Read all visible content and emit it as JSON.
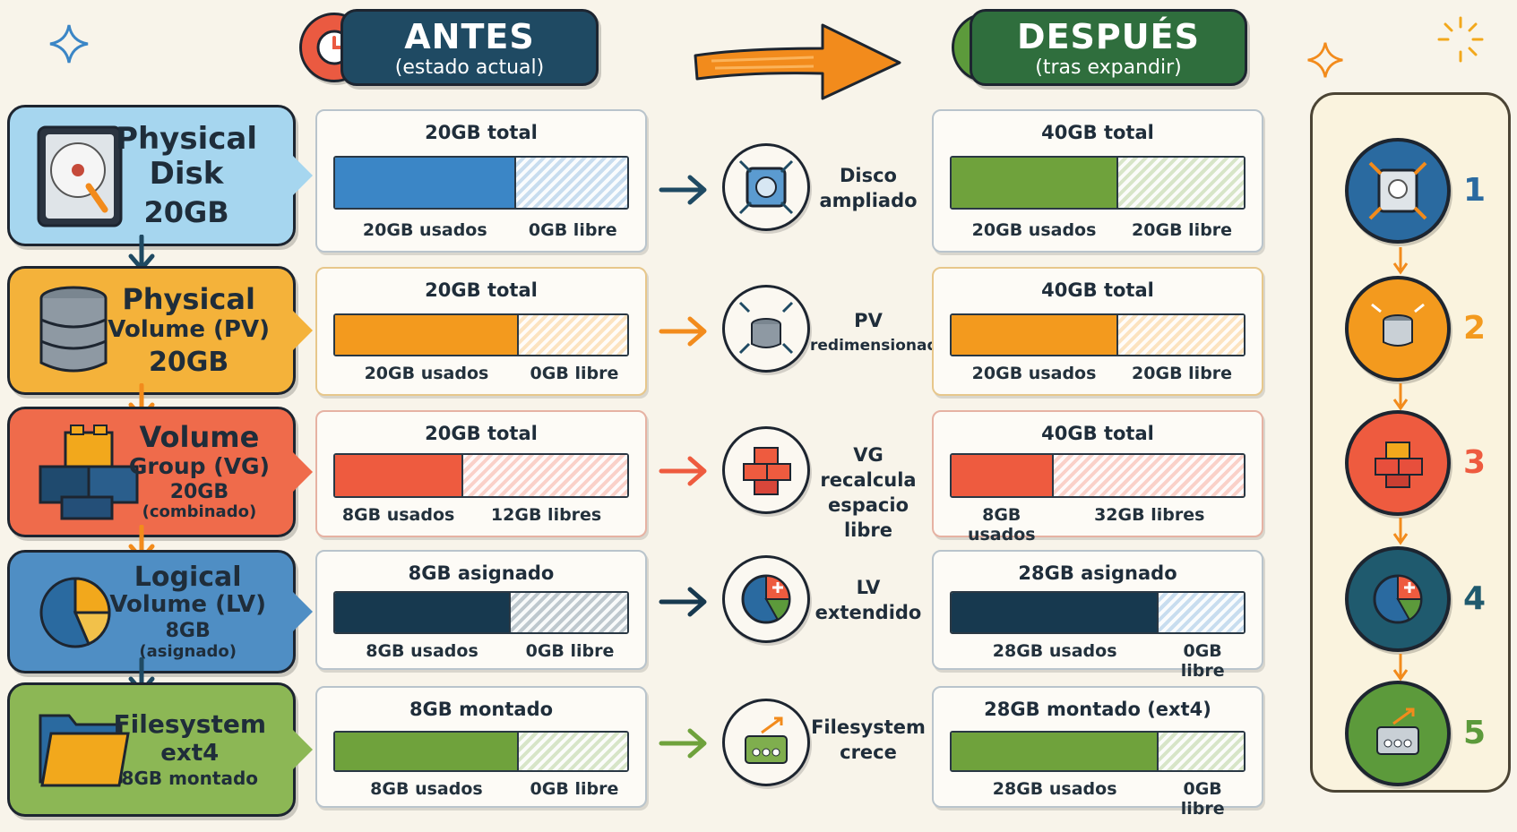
{
  "header": {
    "before": {
      "title": "ANTES",
      "subtitle": "(estado actual)"
    },
    "after": {
      "title": "DESPUÉS",
      "subtitle": "(tras expandir)"
    }
  },
  "layers": [
    {
      "name": "Physical Disk",
      "line1": "Physical",
      "line2": "Disk",
      "size": "20GB",
      "note": ""
    },
    {
      "name": "Physical Volume (PV)",
      "line1": "Physical",
      "line2": "Volume (PV)",
      "size": "20GB",
      "note": ""
    },
    {
      "name": "Volume Group (VG)",
      "line1": "Volume",
      "line2": "Group (VG)",
      "size": "20GB",
      "note": "(combinado)"
    },
    {
      "name": "Logical Volume (LV)",
      "line1": "Logical",
      "line2": "Volume (LV)",
      "size": "8GB",
      "note": "(asignado)"
    },
    {
      "name": "Filesystem",
      "line1": "Filesystem",
      "line2": "ext4",
      "size": "8GB montado",
      "note": ""
    }
  ],
  "before": [
    {
      "title": "20GB total",
      "used": "20GB usados",
      "free": "0GB libre",
      "used_fraction": 0.62
    },
    {
      "title": "20GB total",
      "used": "20GB usados",
      "free": "0GB libre",
      "used_fraction": 0.63
    },
    {
      "title": "20GB total",
      "used": "8GB usados",
      "free": "12GB libres",
      "used_fraction": 0.44
    },
    {
      "title": "8GB asignado",
      "used": "8GB usados",
      "free": "0GB libre",
      "used_fraction": 0.6
    },
    {
      "title": "8GB montado",
      "used": "8GB usados",
      "free": "0GB libre",
      "used_fraction": 0.63
    }
  ],
  "transitions": [
    {
      "line1": "Disco",
      "line2": "ampliado",
      "icon": "expand-disk-icon"
    },
    {
      "line1": "PV",
      "line2": "redimensionado",
      "icon": "resize-database-icon"
    },
    {
      "line1": "VG recalcula",
      "line2": "espacio libre",
      "icon": "lego-blocks-icon"
    },
    {
      "line1": "LV",
      "line2": "extendido",
      "icon": "pie-extend-icon"
    },
    {
      "line1": "Filesystem",
      "line2": "crece",
      "icon": "filesystem-grow-icon"
    }
  ],
  "after": [
    {
      "title": "40GB total",
      "used": "20GB usados",
      "free": "20GB libre",
      "used_fraction": 0.57
    },
    {
      "title": "40GB total",
      "used": "20GB usados",
      "free": "20GB libre",
      "used_fraction": 0.57
    },
    {
      "title": "40GB total",
      "used": "8GB usados",
      "free": "32GB libres",
      "used_fraction": 0.35
    },
    {
      "title": "28GB asignado",
      "used": "28GB usados",
      "free": "0GB libre",
      "used_fraction": 0.71
    },
    {
      "title": "28GB montado   (ext4)",
      "used": "28GB usados",
      "free": "0GB libre",
      "used_fraction": 0.71
    }
  ],
  "steps": [
    "1",
    "2",
    "3",
    "4",
    "5"
  ],
  "colors": {
    "disk": "#3b86c6",
    "pv": "#f39a1e",
    "vg": "#ee5b3f",
    "lv": "#17394f",
    "fs": "#6fa23c",
    "disk_card": "#a6d6ef",
    "pv_card": "#f4b23a",
    "vg_card": "#ef6b4b",
    "lv_card": "#4f8ec4",
    "fs_card": "#8cb755"
  }
}
